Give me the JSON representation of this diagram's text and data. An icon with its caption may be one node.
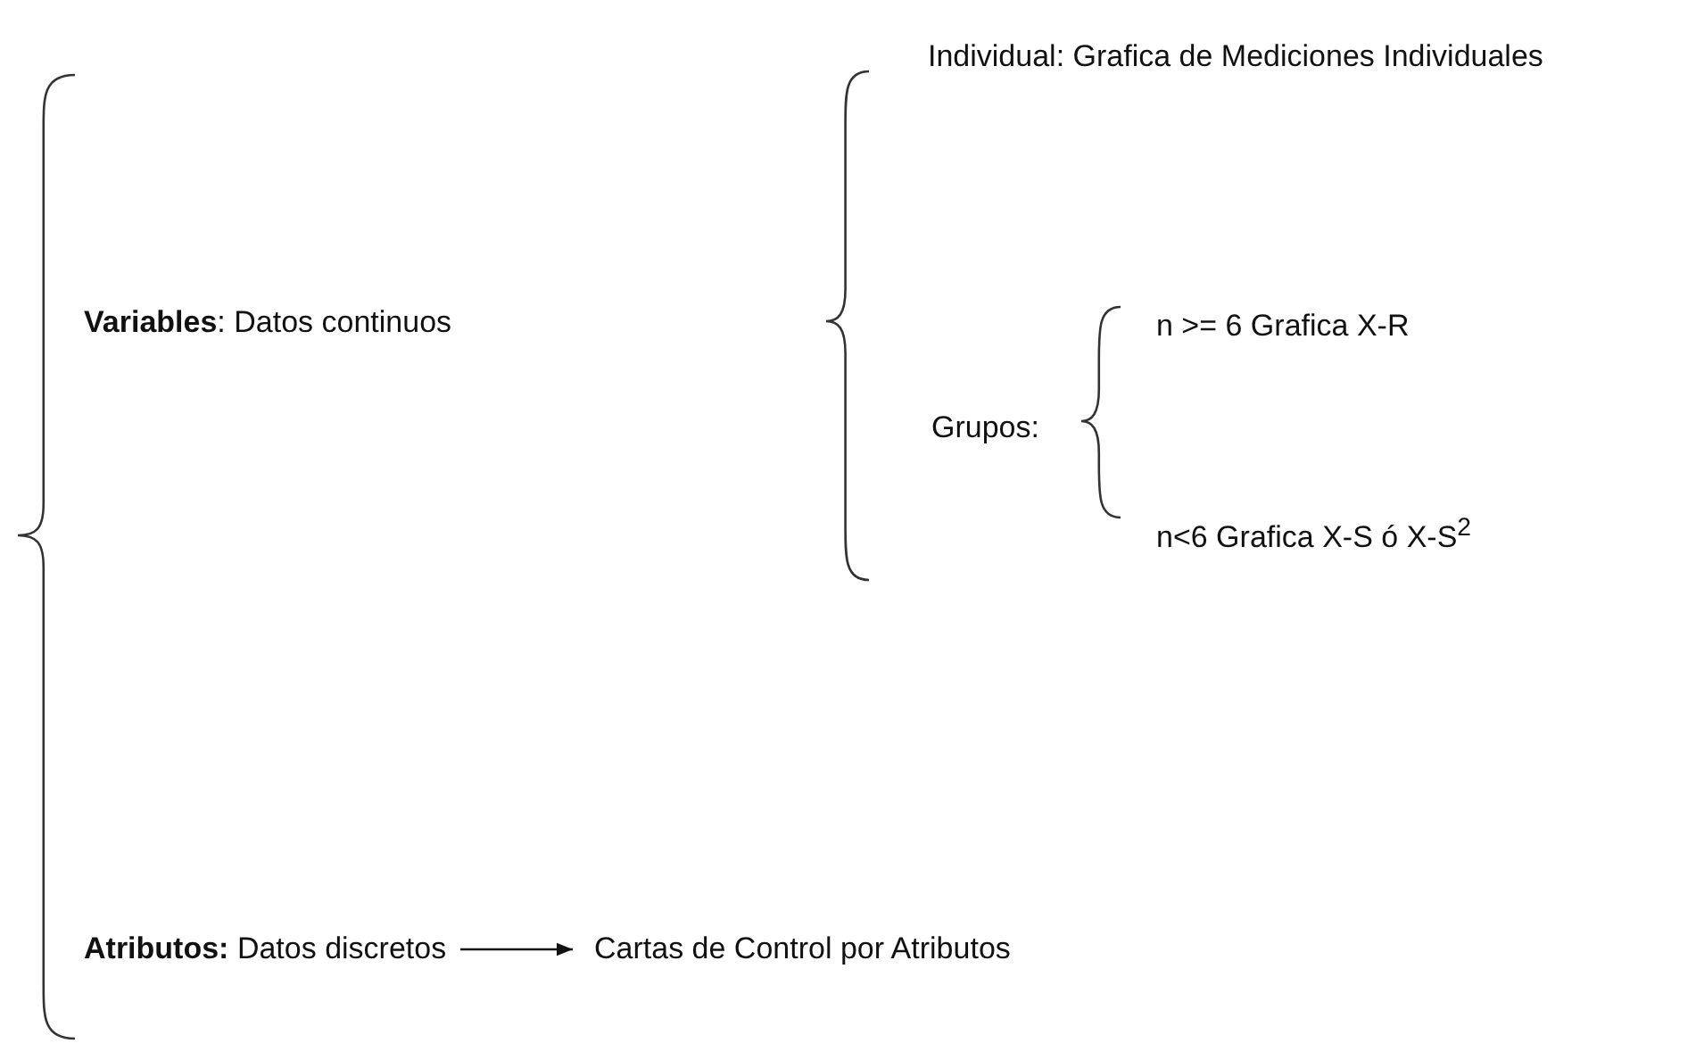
{
  "diagram": {
    "nodes": [
      {
        "text": [
          "**Atributos:** Datos discretos"
        ]
      },
      {
        "text": [
          "Cartas de Control por Atributos"
        ]
      }
    ],
    "edges": [
      {
        "from": 0,
        "to": 1,
        "arrow": "to"
      }
    ],
    "labels": [
      "Individual: Grafica de Mediciones Individuales",
      "**Variables**: Datos continuos",
      "n >= 6 Grafica X-R",
      "Grupos:",
      "n<6 Grafica X-S ó X-S$^{2}$"
    ]
  }
}
